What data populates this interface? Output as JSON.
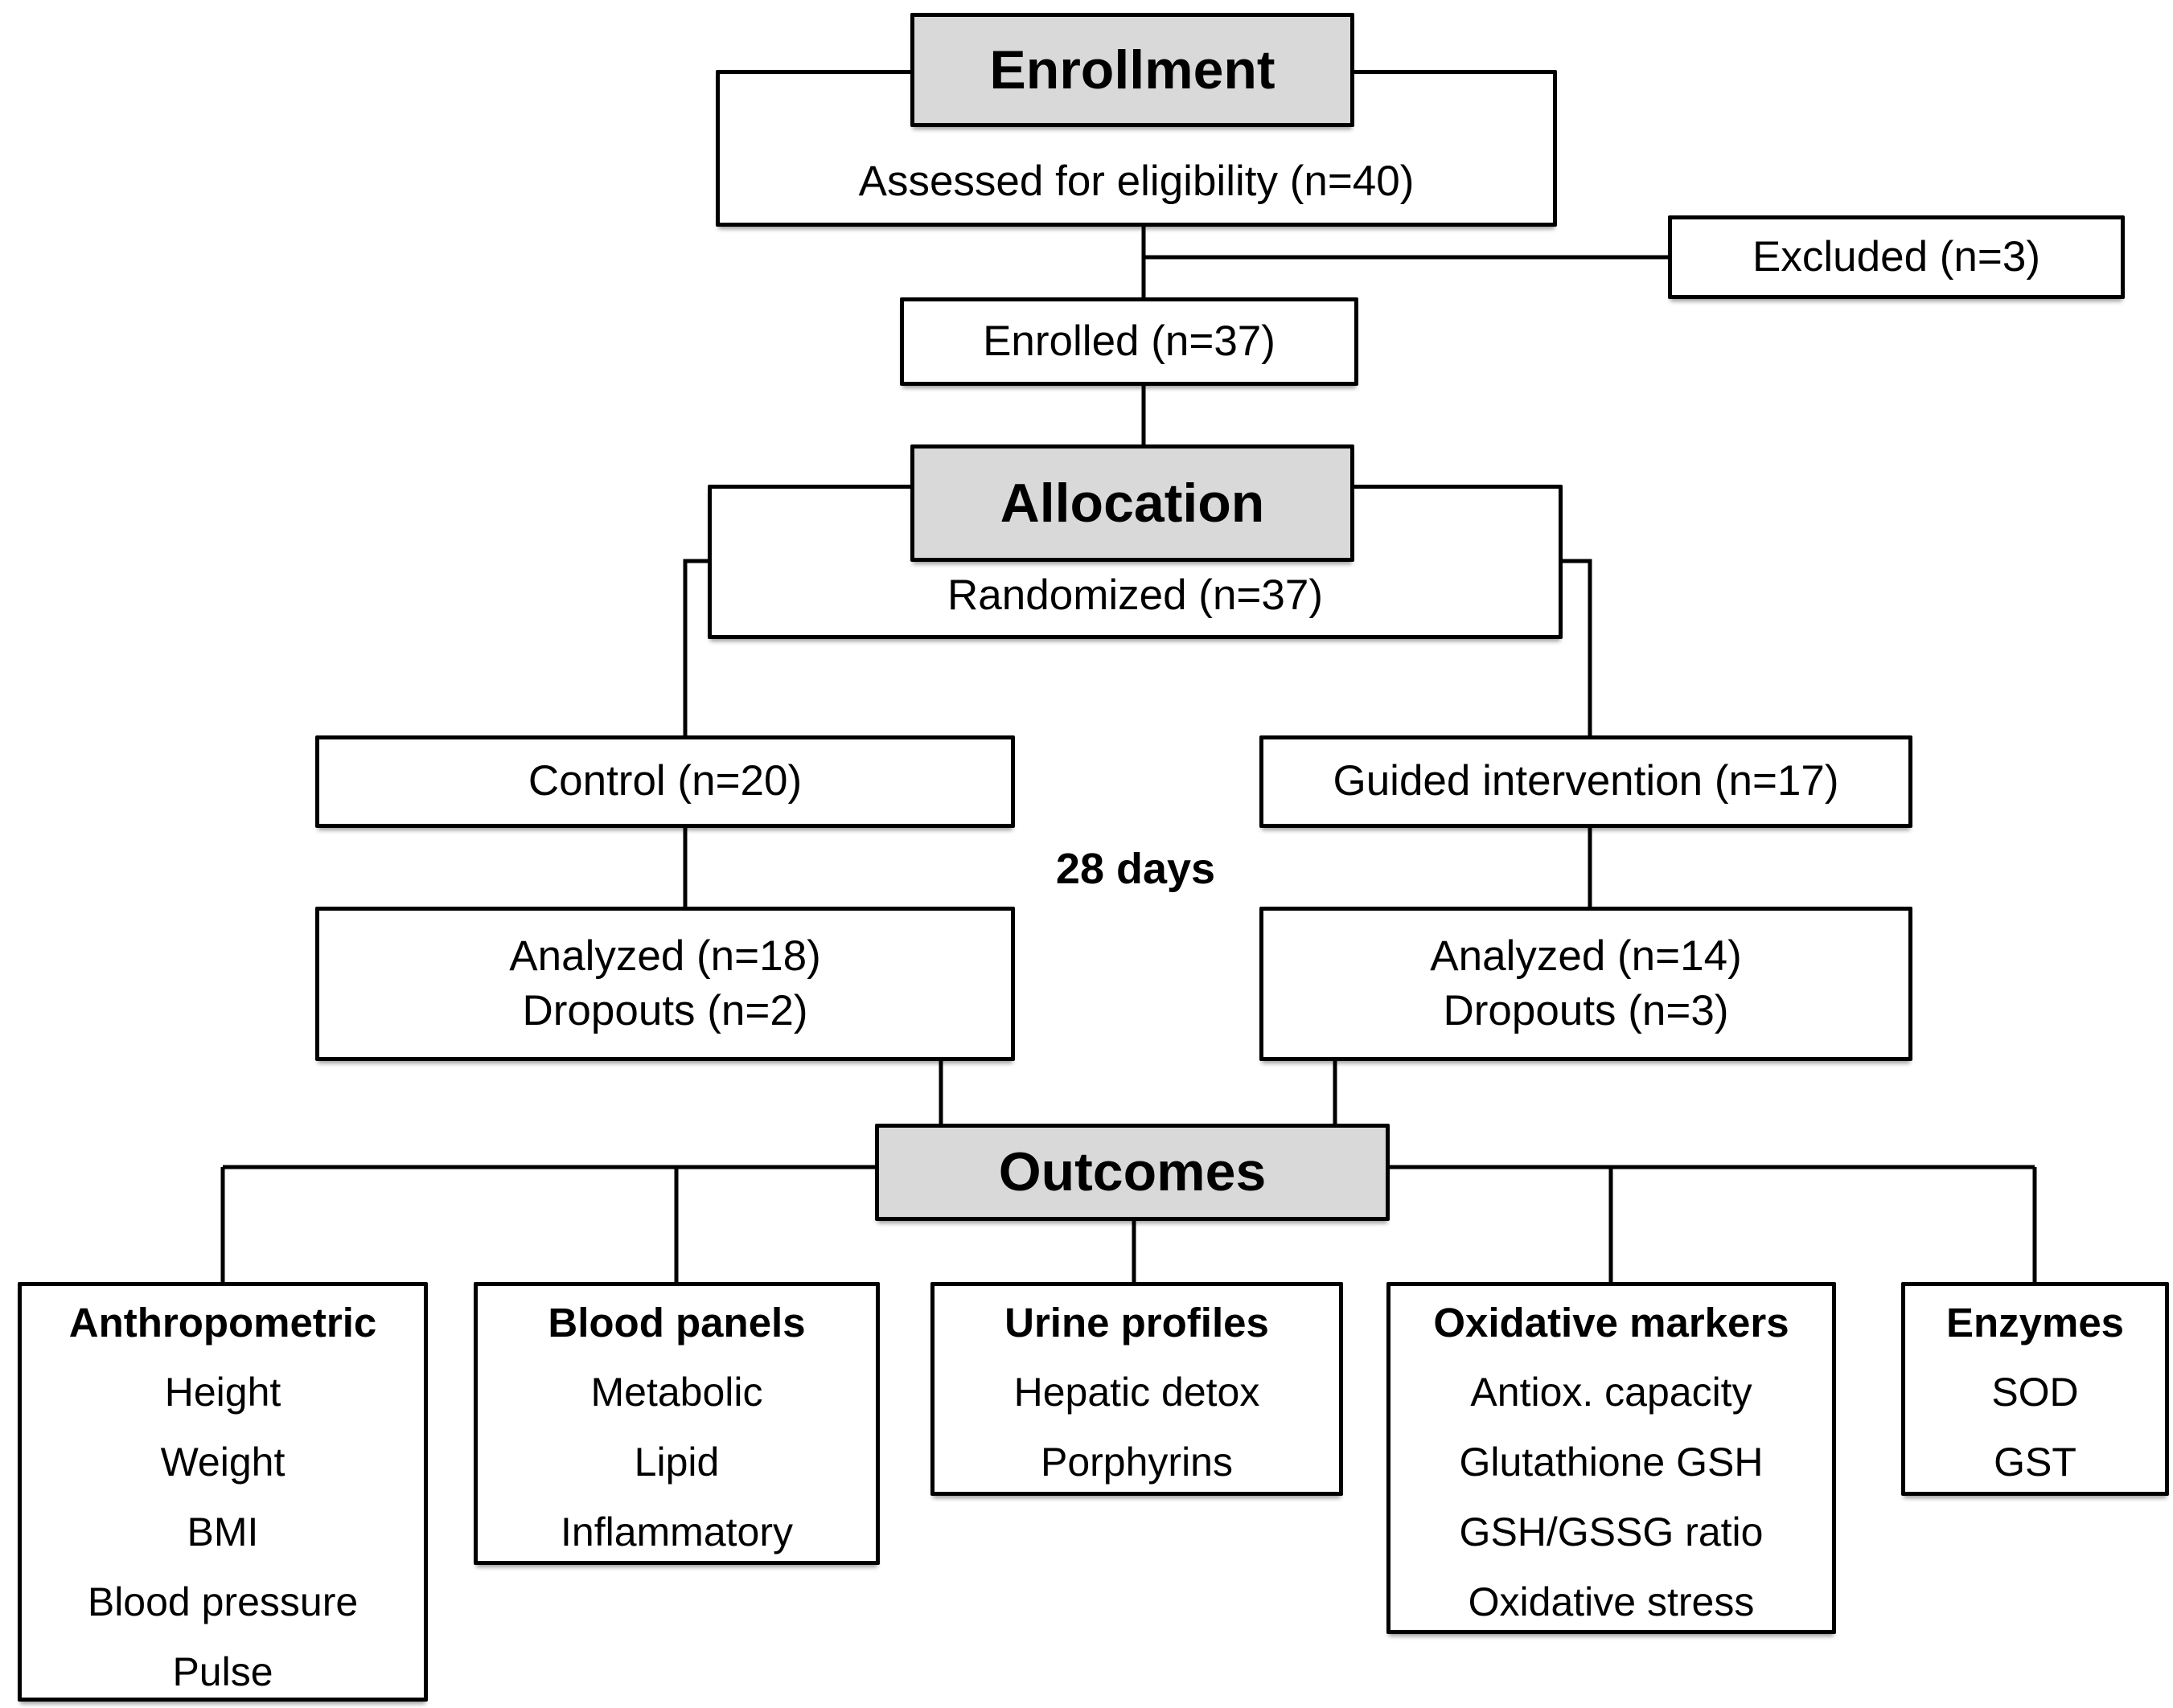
{
  "colors": {
    "header_fill": "#d9d9d9",
    "box_border": "#000000",
    "background": "#ffffff"
  },
  "enrollment": {
    "header": "Enrollment",
    "assessed": "Assessed for eligibility (n=40)",
    "excluded": "Excluded (n=3)",
    "enrolled": "Enrolled (n=37)"
  },
  "allocation": {
    "header": "Allocation",
    "randomized": "Randomized (n=37)",
    "duration_label": "28 days",
    "arms": [
      {
        "label": "Control (n=20)",
        "analyzed": "Analyzed (n=18)",
        "dropouts": "Dropouts (n=2)"
      },
      {
        "label": "Guided intervention (n=17)",
        "analyzed": "Analyzed (n=14)",
        "dropouts": "Dropouts (n=3)"
      }
    ]
  },
  "outcomes": {
    "header": "Outcomes",
    "categories": [
      {
        "title": "Anthropometric",
        "items": [
          "Height",
          "Weight",
          "BMI",
          "Blood pressure",
          "Pulse"
        ]
      },
      {
        "title": "Blood panels",
        "items": [
          "Metabolic",
          "Lipid",
          "Inflammatory"
        ]
      },
      {
        "title": "Urine profiles",
        "items": [
          "Hepatic detox",
          "Porphyrins"
        ]
      },
      {
        "title": "Oxidative markers",
        "items": [
          "Antiox. capacity",
          "Glutathione GSH",
          "GSH/GSSG ratio",
          "Oxidative stress"
        ]
      },
      {
        "title": "Enzymes",
        "items": [
          "SOD",
          "GST"
        ]
      }
    ]
  }
}
